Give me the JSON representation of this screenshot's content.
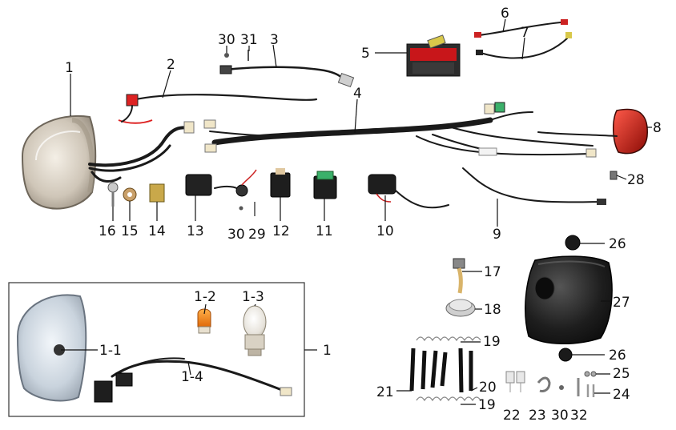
{
  "callouts": {
    "p1": "1",
    "p1_1": "1-1",
    "p1_2": "1-2",
    "p1_3": "1-3",
    "p1_4": "1-4",
    "p2": "2",
    "p3": "3",
    "p4": "4",
    "p5": "5",
    "p6": "6",
    "p7": "7",
    "p8": "8",
    "p9": "9",
    "p10": "10",
    "p11": "11",
    "p12": "12",
    "p13": "13",
    "p14": "14",
    "p15": "15",
    "p16": "16",
    "p17": "17",
    "p18": "18",
    "p19": "19",
    "p20": "20",
    "p21": "21",
    "p22": "22",
    "p23": "23",
    "p24": "24",
    "p25": "25",
    "p26": "26",
    "p27": "27",
    "p28": "28",
    "p29": "29",
    "p30": "30",
    "p31": "31",
    "p32": "32"
  }
}
